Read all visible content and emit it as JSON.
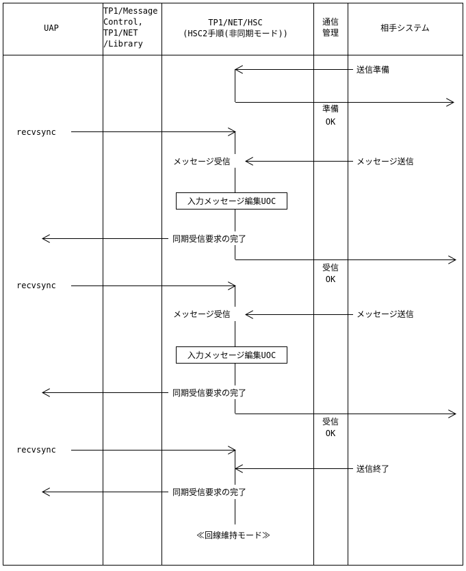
{
  "headers": {
    "uap": "UAP",
    "mcf_line1": "TP1/Message",
    "mcf_line2": "Control,",
    "mcf_line3": "TP1/NET",
    "mcf_line4": "/Library",
    "hsc_line1": "TP1/NET/HSC",
    "hsc_line2": "(HSC2手順(非同期モード))",
    "comm_line1": "通信",
    "comm_line2": "管理",
    "remote": "相手システム"
  },
  "events": {
    "send_prepare": "送信準備",
    "prepare_ok_1": "準備",
    "prepare_ok_2": "OK",
    "recvsync_1": "recvsync",
    "msg_recv_1": "メッセージ受信",
    "msg_send_1": "メッセージ送信",
    "uoc_1": "入力メッセージ編集UOC",
    "complete_1": "同期受信要求の完了",
    "recv_ok_1a": "受信",
    "recv_ok_1b": "OK",
    "recvsync_2": "recvsync",
    "msg_recv_2": "メッセージ受信",
    "msg_send_2": "メッセージ送信",
    "uoc_2": "入力メッセージ編集UOC",
    "complete_2": "同期受信要求の完了",
    "recv_ok_2a": "受信",
    "recv_ok_2b": "OK",
    "recvsync_3": "recvsync",
    "send_end": "送信終了",
    "complete_3": "同期受信要求の完了",
    "line_keep": "≪回線維持モード≫"
  }
}
